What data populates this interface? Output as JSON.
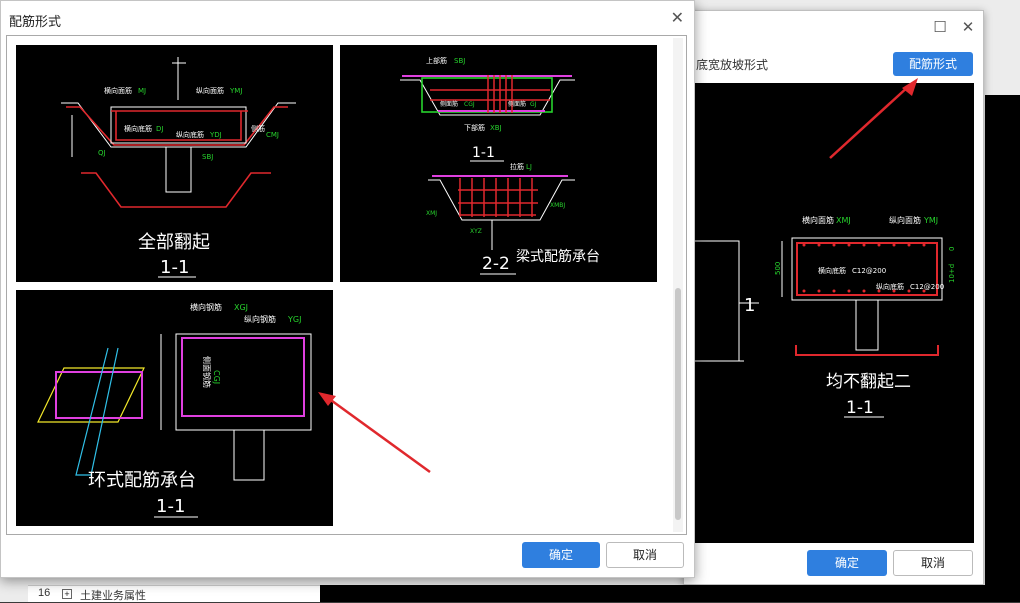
{
  "main_dialog": {
    "title": "配筋形式",
    "ok_label": "确定",
    "cancel_label": "取消",
    "options": [
      {
        "caption": "全部翻起",
        "section": "1-1",
        "labels": [
          "横向面筋",
          "MJ",
          "纵向面筋",
          "YMJ",
          "横向底筋",
          "DJ",
          "纵向底筋",
          "YDJ",
          "侧筋",
          "CMJ",
          "SBJ",
          "QJ"
        ]
      },
      {
        "caption": "梁式配筋承台",
        "section": "2-2",
        "section_top": "1-1",
        "labels": [
          "上部筋",
          "SBJ",
          "侧面筋",
          "CGJ",
          "侧面筋",
          "GJ",
          "下部筋",
          "XBJ",
          "拉筋",
          "LJ",
          "XMJ",
          "XMBJ",
          "XYZ"
        ]
      },
      {
        "caption": "环式配筋承台",
        "section": "1-1",
        "labels": [
          "横向钢筋",
          "XGJ",
          "纵向钢筋",
          "YGJ",
          "侧面钢筋",
          "CGJ"
        ]
      }
    ]
  },
  "back_dialog": {
    "subtitle": "底宽放坡形式",
    "peijin_button": "配筋形式",
    "ok_label": "确定",
    "cancel_label": "取消",
    "drawing": {
      "caption": "均不翻起二",
      "section": "1-1",
      "side_label": "1",
      "labels": [
        "横向面筋",
        "XMJ",
        "纵向面筋",
        "YMJ",
        "横向底筋",
        "C12@200",
        "纵向底筋",
        "C12@200",
        "500",
        "0",
        "10+d"
      ]
    }
  },
  "background": {
    "row_number": "16",
    "row_label": "土建业务属性"
  }
}
